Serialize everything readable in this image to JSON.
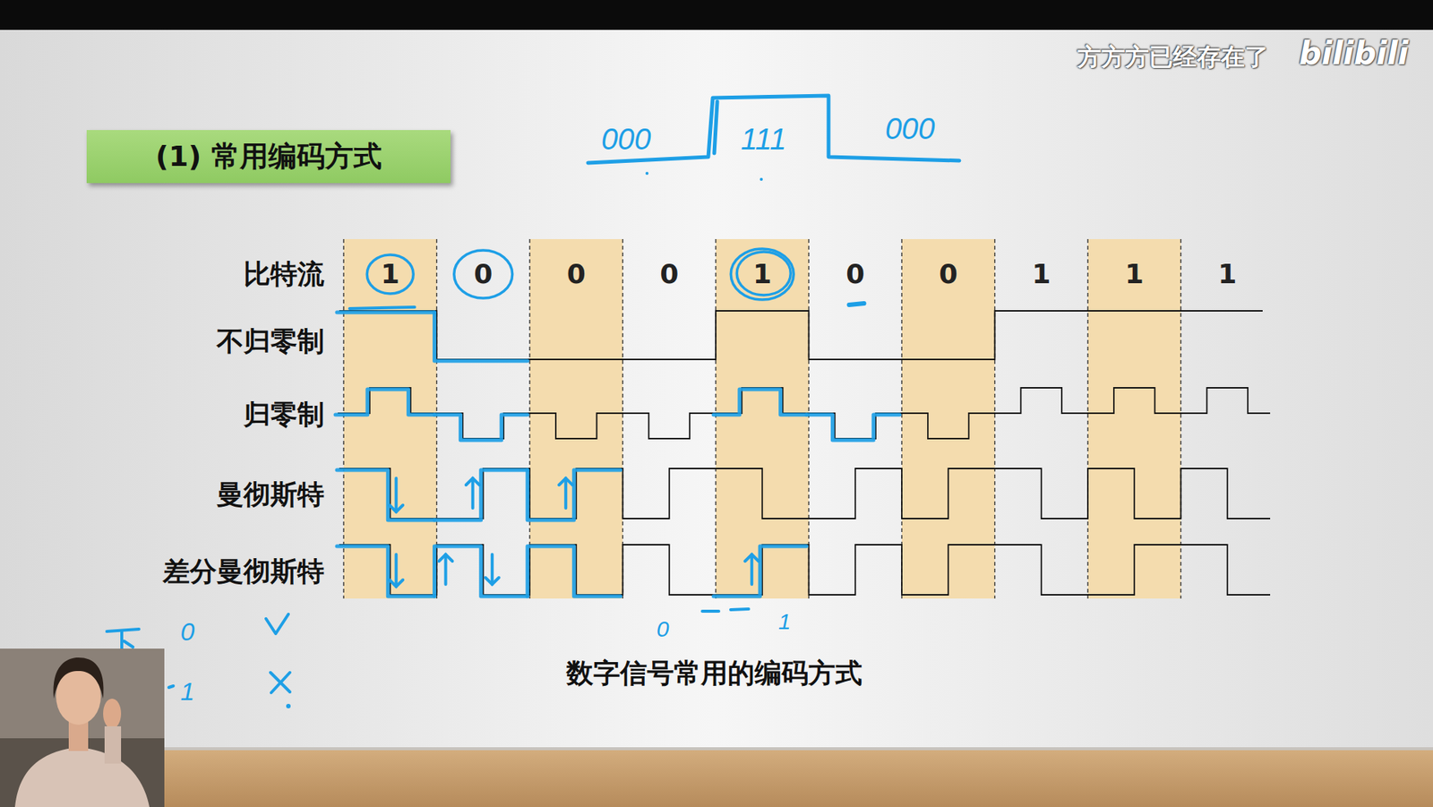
{
  "diagram": {
    "caption": "数字信号常用的编码方式",
    "nodes": [
      {
        "text": [
          "(1) 常用编码方式"
        ]
      }
    ],
    "labels": [
      "方方方已经存在了",
      "bilibili",
      "000",
      "111",
      "000",
      "比特流",
      "1",
      "0",
      "0",
      "0",
      "1",
      "0",
      "0",
      "1",
      "1",
      "1",
      "不归零制",
      "归零制",
      "曼彻斯特",
      "差分曼彻斯特",
      "0",
      "1",
      "0",
      "1"
    ]
  }
}
